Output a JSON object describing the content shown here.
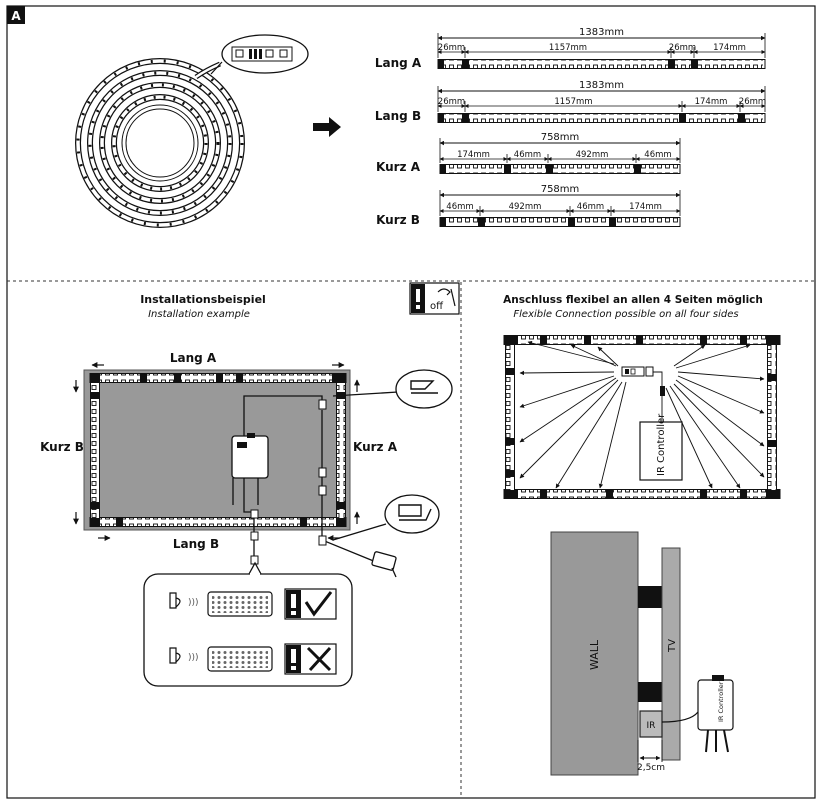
{
  "section_label": "A",
  "strips": [
    {
      "name": "Lang A",
      "total": "1383mm",
      "segments": [
        "26mm",
        "1157mm",
        "26mm",
        "174mm"
      ]
    },
    {
      "name": "Lang B",
      "total": "1383mm",
      "segments": [
        "26mm",
        "1157mm",
        "174mm",
        "26mm"
      ]
    },
    {
      "name": "Kurz A",
      "total": "758mm",
      "segments": [
        "174mm",
        "46mm",
        "492mm",
        "46mm"
      ]
    },
    {
      "name": "Kurz B",
      "total": "758mm",
      "segments": [
        "46mm",
        "492mm",
        "46mm",
        "174mm"
      ]
    }
  ],
  "install": {
    "title": "Installationsbeispiel",
    "subtitle": "Installation example",
    "off_label": "off",
    "top_label": "Lang A",
    "bottom_label": "Lang B",
    "left_label": "Kurz B",
    "right_label": "Kurz A"
  },
  "connection": {
    "title": "Anschluss flexibel an allen 4 Seiten möglich",
    "subtitle": "Flexible Connection possible on all four sides",
    "controller_label": "IR Controller"
  },
  "mount": {
    "wall_label": "WALL",
    "tv_label": "TV",
    "ir_label": "IR",
    "controller_label": "IR Controller",
    "gap_label": "2,5cm"
  }
}
